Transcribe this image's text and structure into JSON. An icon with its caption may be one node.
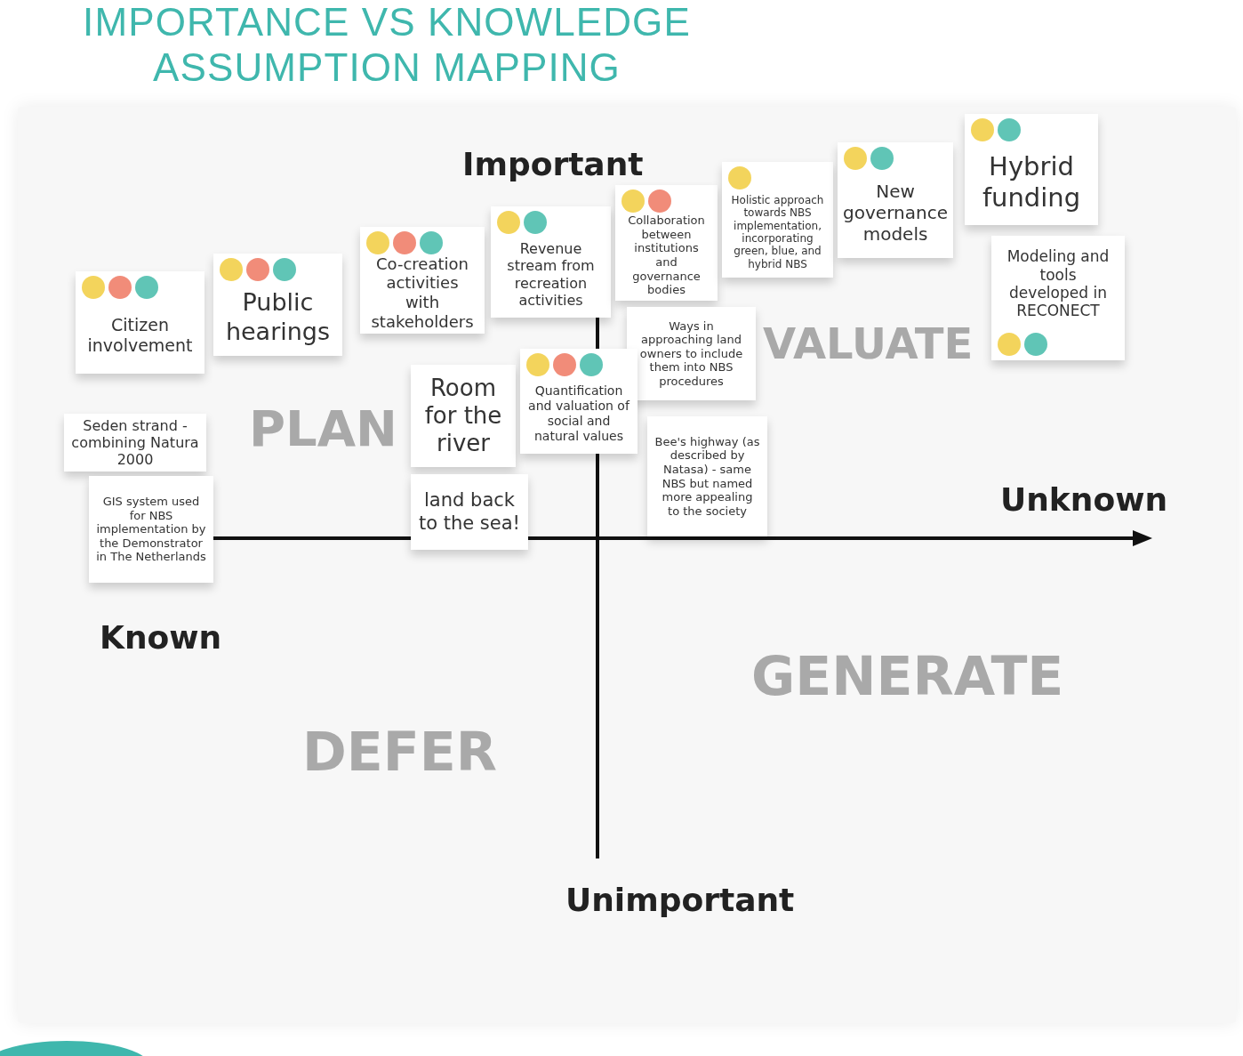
{
  "diagram": {
    "title": "IMPORTANCE VS KNOWLEDGE ASSUMPTION MAPPING",
    "nodes": [
      {
        "text": [
          "Citizen involvement"
        ]
      },
      {
        "text": [
          "Public hearings"
        ]
      },
      {
        "text": [
          "Co-creation activities with stakeholders"
        ]
      },
      {
        "text": [
          "Revenue stream from recreation activities"
        ]
      },
      {
        "text": [
          "Collaboration between institutions and governance bodies"
        ]
      },
      {
        "text": [
          "Holistic approach towards NBS implementation, incorporating green, blue, and hybrid NBS"
        ]
      },
      {
        "text": [
          "New governance models"
        ]
      },
      {
        "text": [
          "Hybrid funding"
        ]
      },
      {
        "text": [
          "Modeling and tools developed in RECONECT"
        ]
      },
      {
        "text": [
          "Ways in approaching land owners to include them into NBS procedures"
        ]
      },
      {
        "text": [
          "Room for the river"
        ]
      },
      {
        "text": [
          "Quantification and valuation of social and natural values"
        ]
      },
      {
        "text": [
          "land back to the sea!"
        ]
      },
      {
        "text": [
          "Bee's highway (as described by Natasa) - same NBS but named more appealing to the society"
        ]
      },
      {
        "text": [
          "Seden strand - combining Natura 2000"
        ]
      },
      {
        "text": [
          "GIS system used for NBS implementation by the Demonstrator in The Netherlands"
        ]
      }
    ],
    "labels": [
      "Important",
      "PLAN",
      "VALUATE",
      "Unknown",
      "Known",
      "DEFER",
      "GENERATE",
      "Unimportant"
    ]
  }
}
